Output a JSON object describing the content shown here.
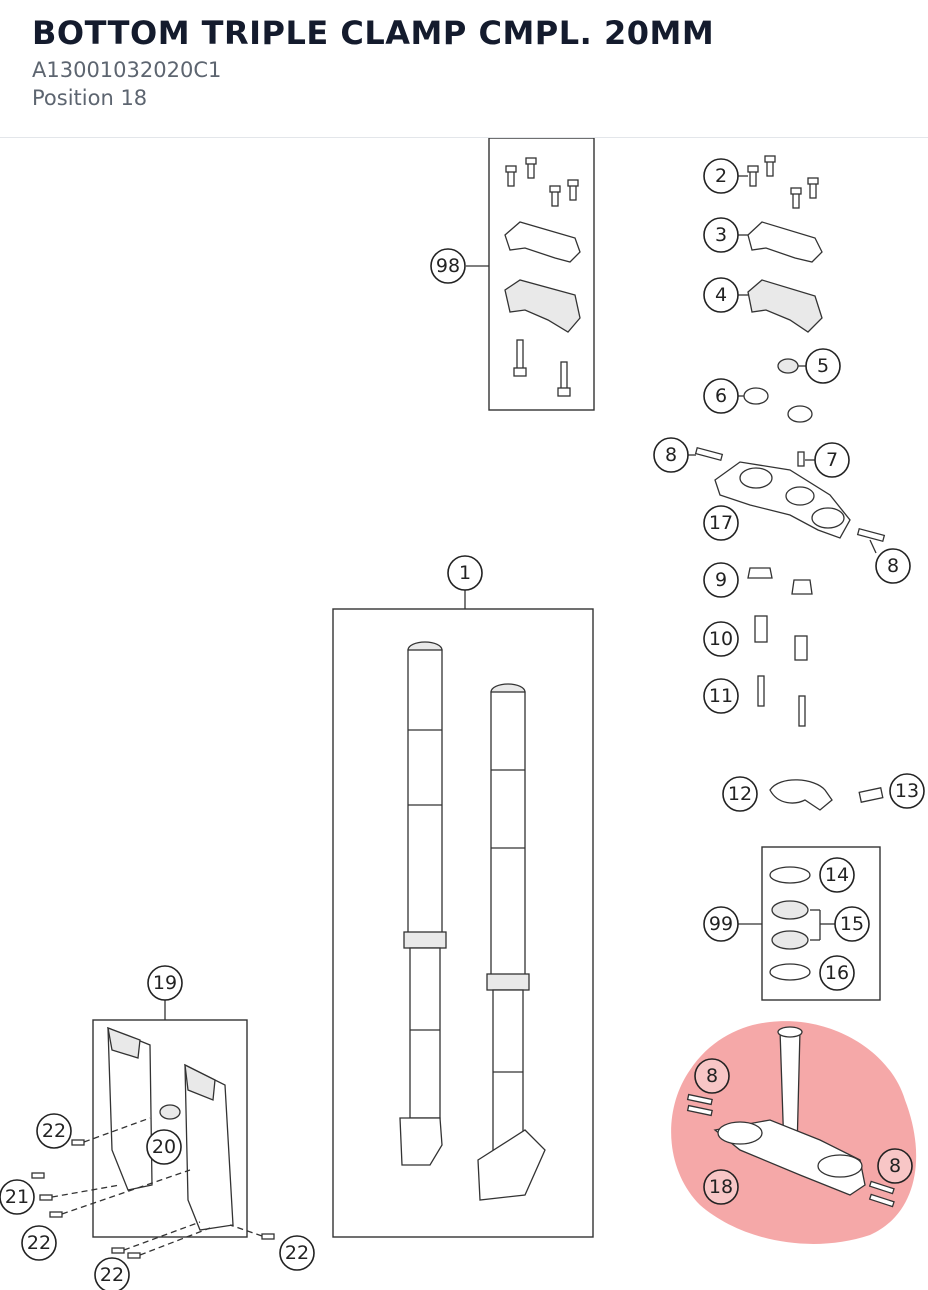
{
  "header": {
    "title": "BOTTOM TRIPLE CLAMP CMPL. 20MM",
    "part_number": "A13001032020C1",
    "position": "Position 18"
  },
  "highlight": {
    "position_number": "18",
    "color": "#f28b8b"
  },
  "callouts": {
    "c1": "1",
    "c2": "2",
    "c3": "3",
    "c4": "4",
    "c5": "5",
    "c6": "6",
    "c7": "7",
    "c8a": "8",
    "c8b": "8",
    "c8c": "8",
    "c8d": "8",
    "c9": "9",
    "c10": "10",
    "c11": "11",
    "c12": "12",
    "c13": "13",
    "c14": "14",
    "c15": "15",
    "c16": "16",
    "c17": "17",
    "c18": "18",
    "c19": "19",
    "c20": "20",
    "c21": "21",
    "c22a": "22",
    "c22b": "22",
    "c22c": "22",
    "c22d": "22",
    "c98": "98",
    "c99": "99"
  }
}
